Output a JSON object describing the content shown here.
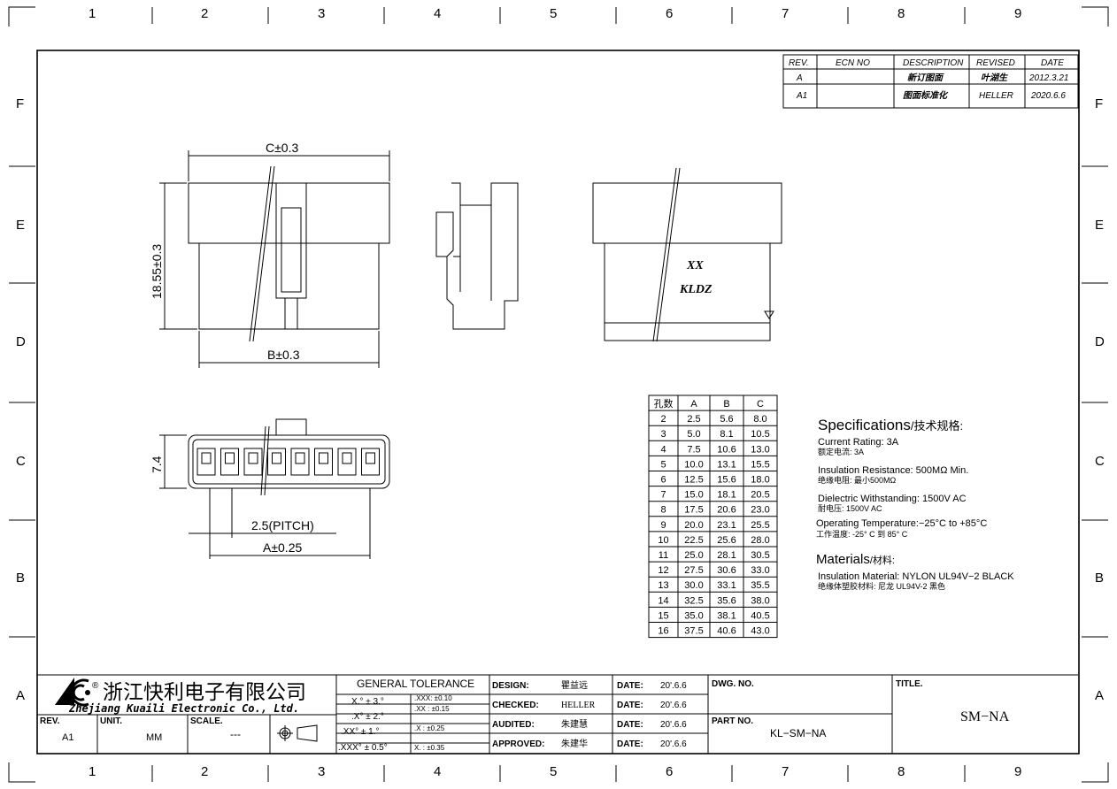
{
  "zones": {
    "columns": [
      "1",
      "2",
      "3",
      "4",
      "5",
      "6",
      "7",
      "8",
      "9"
    ],
    "rows": [
      "F",
      "E",
      "D",
      "C",
      "B",
      "A"
    ]
  },
  "revision_table": {
    "headers": [
      "REV.",
      "ECN NO",
      "DESCRIPTION",
      "REVISED",
      "DATE"
    ],
    "rows": [
      [
        "A",
        "",
        "新订图面",
        "叶湖生",
        "2012.3.21"
      ],
      [
        "A1",
        "",
        "图面标准化",
        "HELLER",
        "2020.6.6"
      ]
    ]
  },
  "dimensions": {
    "c": "C±0.3",
    "height": "18.55±0.3",
    "b": "B±0.3",
    "width_bottom": "7.4",
    "pitch": "2.5(PITCH)",
    "a": "A±0.25"
  },
  "marking": {
    "line1": "XX",
    "line2": "KLDZ"
  },
  "dim_table": {
    "headers": [
      "孔数",
      "A",
      "B",
      "C"
    ],
    "rows": [
      [
        "2",
        "2.5",
        "5.6",
        "8.0"
      ],
      [
        "3",
        "5.0",
        "8.1",
        "10.5"
      ],
      [
        "4",
        "7.5",
        "10.6",
        "13.0"
      ],
      [
        "5",
        "10.0",
        "13.1",
        "15.5"
      ],
      [
        "6",
        "12.5",
        "15.6",
        "18.0"
      ],
      [
        "7",
        "15.0",
        "18.1",
        "20.5"
      ],
      [
        "8",
        "17.5",
        "20.6",
        "23.0"
      ],
      [
        "9",
        "20.0",
        "23.1",
        "25.5"
      ],
      [
        "10",
        "22.5",
        "25.6",
        "28.0"
      ],
      [
        "11",
        "25.0",
        "28.1",
        "30.5"
      ],
      [
        "12",
        "27.5",
        "30.6",
        "33.0"
      ],
      [
        "13",
        "30.0",
        "33.1",
        "35.5"
      ],
      [
        "14",
        "32.5",
        "35.6",
        "38.0"
      ],
      [
        "15",
        "35.0",
        "38.1",
        "40.5"
      ],
      [
        "16",
        "37.5",
        "40.6",
        "43.0"
      ]
    ]
  },
  "specs": {
    "title": "Specifications",
    "title_cn": "/技术规格:",
    "lines": [
      "Current Rating: 3A",
      "额定电流: 3A",
      "Insulation Resistance: 500MΩ Min.",
      "绝缘电阻: 最小500MΩ",
      "Dielectric Withstanding:  1500V AC",
      "耐电压: 1500V AC",
      "Operating Temperature:−25°C to +85°C",
      "工作温度: -25° C 到 85° C"
    ],
    "materials_title": "Materials",
    "materials_title_cn": "/材料:",
    "materials": [
      "Insulation Material: NYLON UL94V−2 BLACK",
      "绝缘体塑胶材料: 尼龙 UL94V-2 黑色"
    ]
  },
  "title_block": {
    "company_cn": "浙江快利电子有限公司",
    "company_en": "Zhejiang Kuaili Electronic Co., Ltd.",
    "registered": "®",
    "rev_label": "REV.",
    "rev": "A1",
    "unit_label": "UNIT.",
    "unit": "MM",
    "scale_label": "SCALE.",
    "scale": "---",
    "tolerance_title": "GENERAL TOLERANCE",
    "tol_angle": [
      "X.° ± 3.°",
      ".X° ± 2.°",
      ".XX° ± 1.°",
      ".XXX° ± 0.5°"
    ],
    "tol_linear": [
      ".XXX:  ±0.10",
      ".XX :  ±0.15",
      ".X  :  ±0.25",
      "X.  :  ±0.35"
    ],
    "signoff": [
      {
        "label": "DESIGN:",
        "name": "瞿益远",
        "date_label": "DATE:",
        "date": "20'.6.6"
      },
      {
        "label": "CHECKED:",
        "name": "HELLER",
        "date_label": "DATE:",
        "date": "20'.6.6"
      },
      {
        "label": "AUDITED:",
        "name": "朱建慧",
        "date_label": "DATE:",
        "date": "20'.6.6"
      },
      {
        "label": "APPROVED:",
        "name": "朱建华",
        "date_label": "DATE:",
        "date": "20'.6.6"
      }
    ],
    "dwg_no_label": "DWG. NO.",
    "part_no_label": "PART NO.",
    "part_no": "KL−SM−NA",
    "title_label": "TITLE.",
    "title": "SM−NA"
  }
}
